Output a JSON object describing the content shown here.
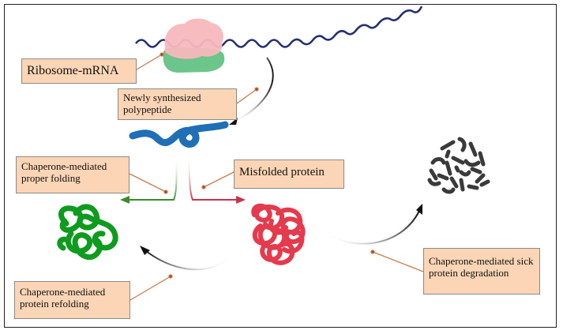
{
  "labels": {
    "ribosome": "Ribosome-mRNA",
    "newly": "Newly synthesized polypeptide",
    "proper": "Chaperone-mediated proper folding",
    "misfolded": "Misfolded protein",
    "refolding": "Chaperone-mediated protein refolding",
    "degradation": "Chaperone-mediated sick protein degradation"
  },
  "colors": {
    "label_fill": "#fbd5b5",
    "ribosome_large_subunit": "#f7b8bd",
    "ribosome_small_subunit": "#6cc58a",
    "mrna": "#26306e",
    "polypeptide": "#1f6fb5",
    "folded_protein": "#0e9b1e",
    "misfolded_protein": "#e53a4d",
    "degraded_fragments": "#3a3a3a",
    "proper_folding_arrow": "#3c8b2c",
    "misfolded_arrow": "#c9334a",
    "connector": "#c97b4a"
  }
}
